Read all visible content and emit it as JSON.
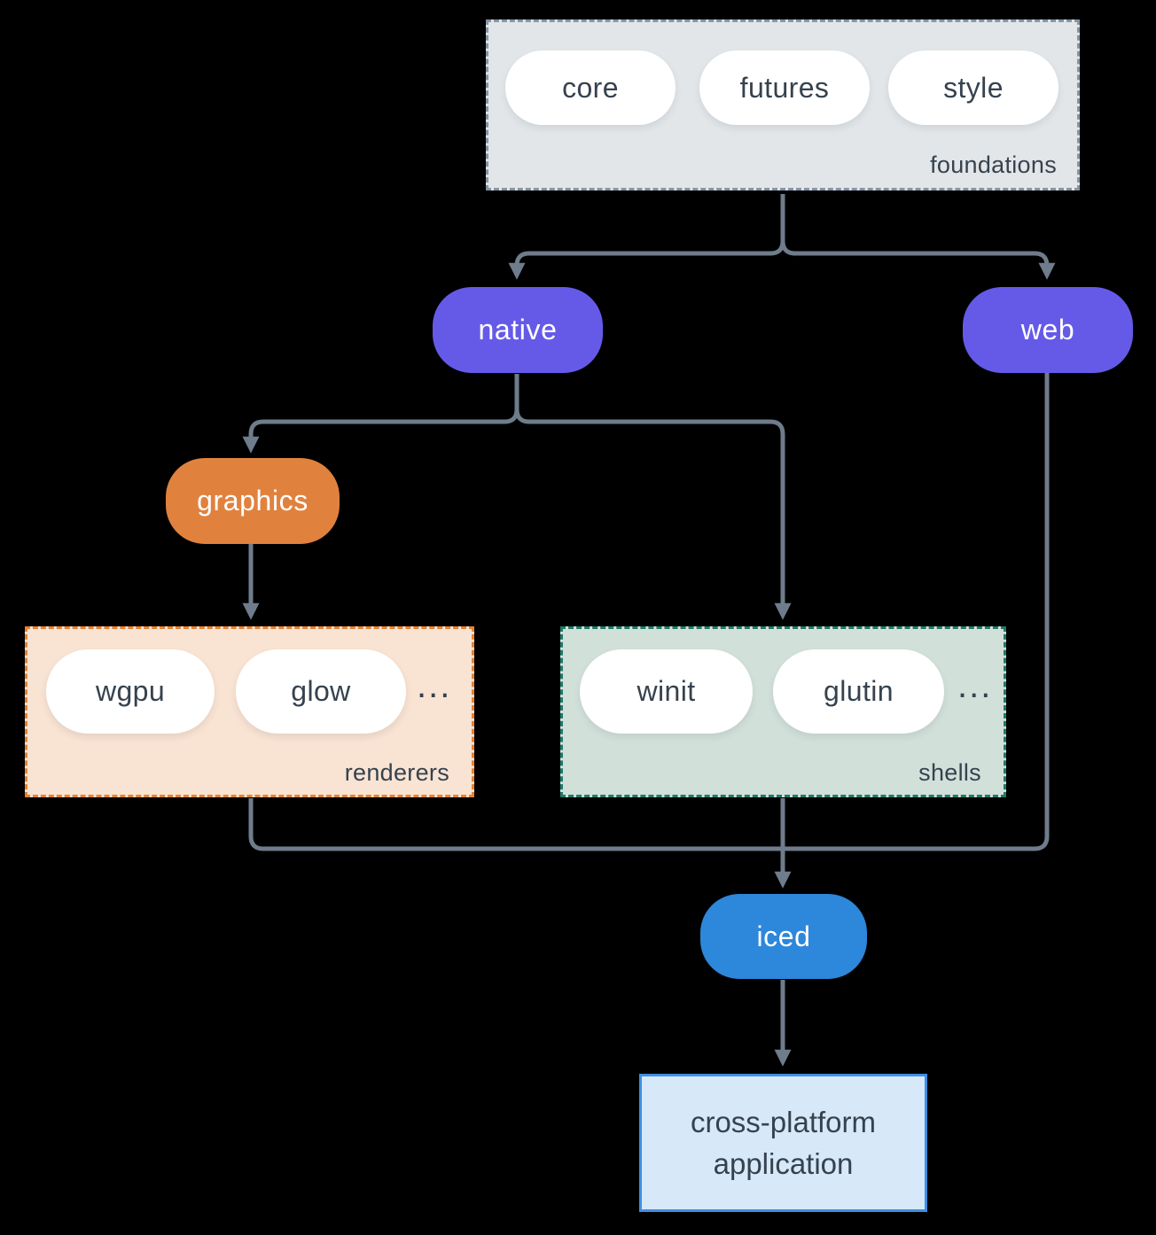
{
  "diagram": {
    "foundations": {
      "label": "foundations",
      "pills": [
        "core",
        "futures",
        "style"
      ]
    },
    "native": {
      "label": "native"
    },
    "web": {
      "label": "web"
    },
    "graphics": {
      "label": "graphics"
    },
    "renderers": {
      "label": "renderers",
      "pills": [
        "wgpu",
        "glow"
      ],
      "ellipsis": "..."
    },
    "shells": {
      "label": "shells",
      "pills": [
        "winit",
        "glutin"
      ],
      "ellipsis": "..."
    },
    "iced": {
      "label": "iced"
    },
    "application": {
      "label": "cross-platform application"
    }
  },
  "colors": {
    "background": "#000000",
    "arrow": "#6e7c8b",
    "node_purple": "#655ae8",
    "node_orange": "#e0823e",
    "node_blue": "#2d87da",
    "foundations_fill": "#e2e6e9",
    "foundations_border": "#8595a5",
    "renderers_fill": "#f9e3d3",
    "renderers_border": "#e8822e",
    "shells_fill": "#d2e0da",
    "shells_border": "#1f7a69",
    "application_fill": "#d7e8f8",
    "application_border": "#3f8fe3",
    "text_dark": "#36424e"
  }
}
